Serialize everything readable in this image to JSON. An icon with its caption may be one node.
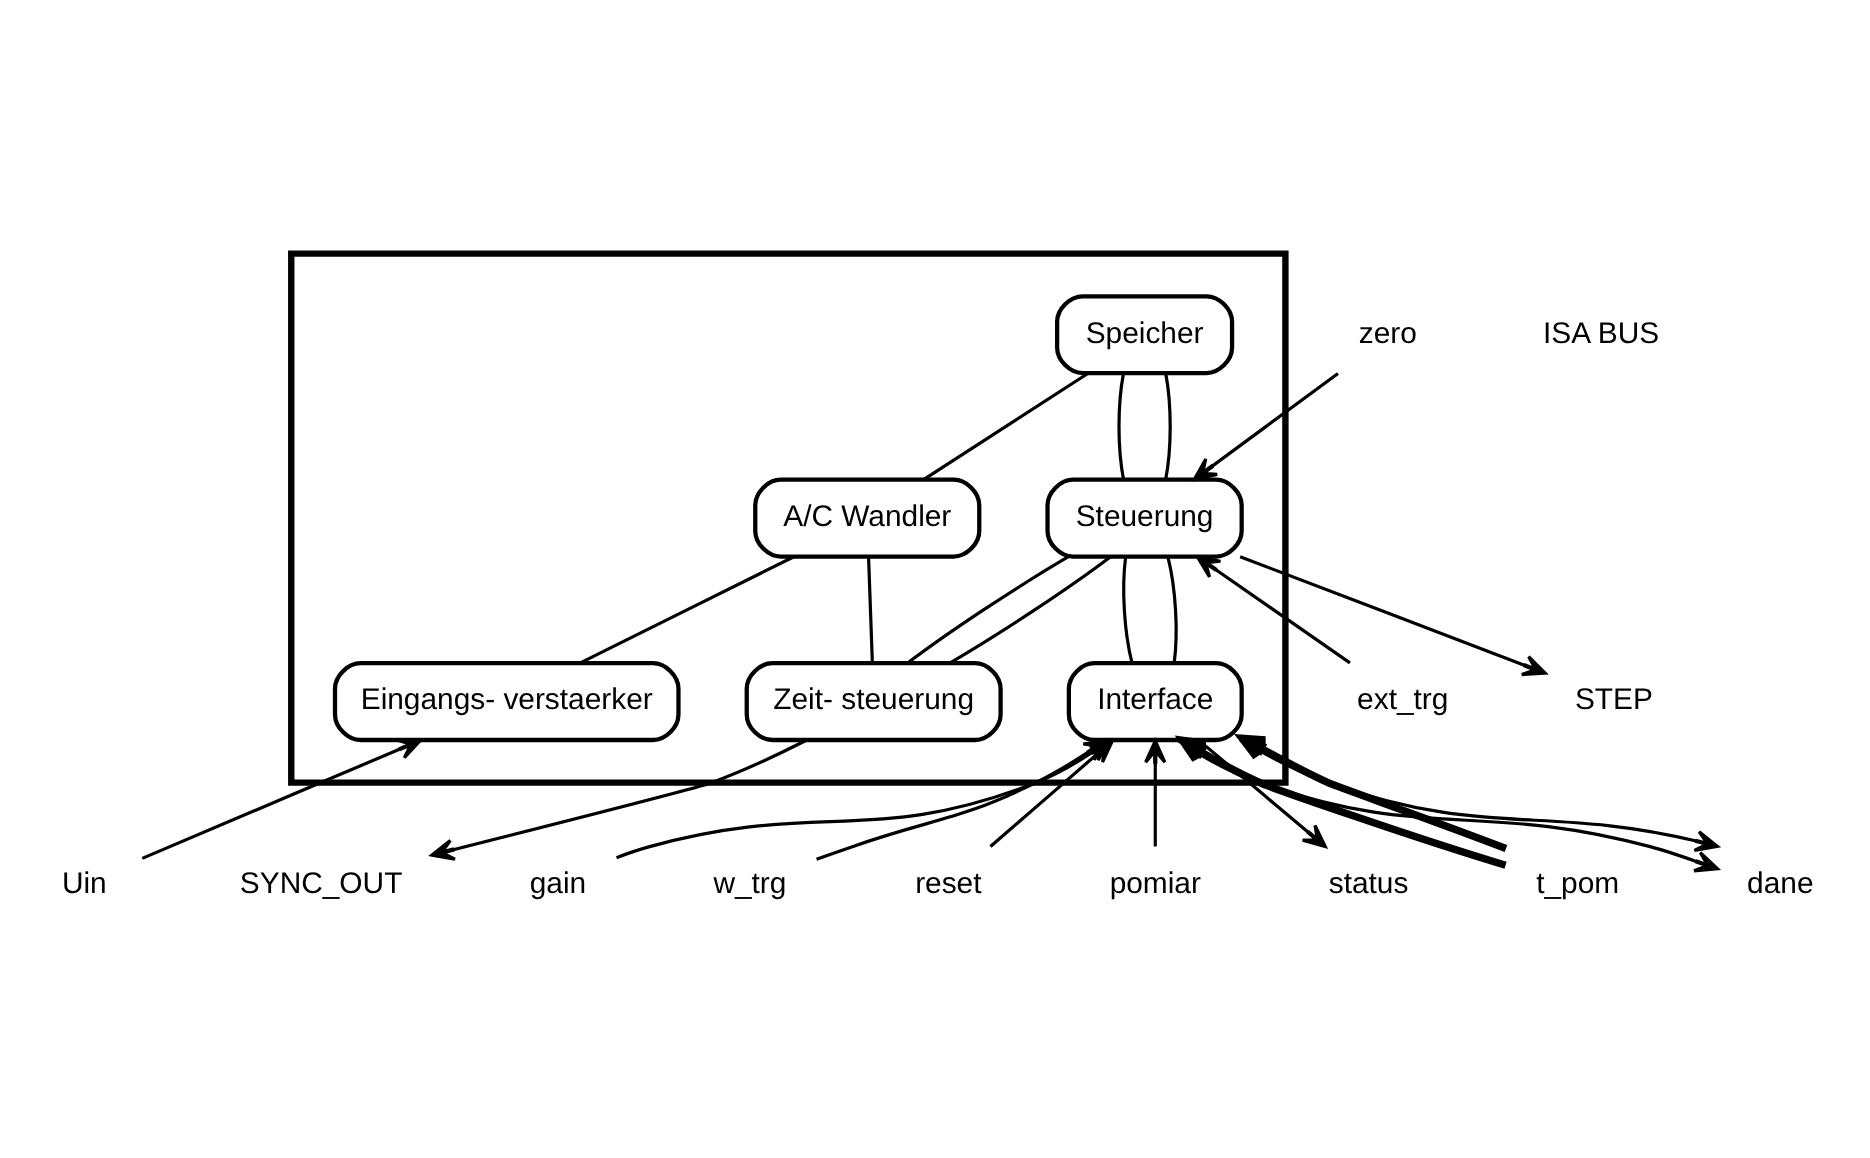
{
  "diagram": {
    "nodes": [
      {
        "text": [],
        "shape": "box"
      },
      {
        "text": [
          "Speicher"
        ],
        "in": 0
      },
      {
        "text": [
          "A/C Wandler"
        ],
        "in": 0
      },
      {
        "text": [
          "Eingangs- verstaerker"
        ],
        "in": 0
      },
      {
        "text": [
          "Steuerung"
        ],
        "in": 0
      },
      {
        "text": [
          "Zeit- steuerung"
        ],
        "in": 0
      },
      {
        "text": [
          "Interface"
        ],
        "in": 0
      },
      {
        "text": [
          "Uin"
        ]
      },
      {
        "text": [
          "ext_trg"
        ]
      },
      {
        "text": [
          "SYNC_OUT"
        ]
      },
      {
        "text": [
          "STEP"
        ]
      },
      {
        "text": [
          "zero"
        ]
      },
      {
        "text": [
          "gain"
        ]
      },
      {
        "text": [
          "w_trg"
        ]
      },
      {
        "text": [
          "reset"
        ]
      },
      {
        "text": [
          "pomiar"
        ]
      },
      {
        "text": [
          "status"
        ]
      },
      {
        "text": [
          "t_pom"
        ]
      },
      {
        "text": [
          "dane"
        ]
      }
    ],
    "edges": [
      {
        "from": 1,
        "to": 2,
        "arrow": "none"
      },
      {
        "from": 2,
        "to": 3,
        "arrow": "none"
      },
      {
        "from": 1,
        "to": 4,
        "arrow": "none"
      },
      {
        "from": 1,
        "to": 4,
        "arrow": "none"
      },
      {
        "from": 2,
        "to": 5,
        "arrow": "none"
      },
      {
        "from": 4,
        "to": 5,
        "arrow": "none"
      },
      {
        "from": 4,
        "to": 5,
        "arrow": "none"
      },
      {
        "from": 4,
        "to": 6,
        "arrow": "none"
      },
      {
        "from": 4,
        "to": 6,
        "arrow": "none"
      },
      {
        "from": 7,
        "to": 3,
        "arrow": "to"
      },
      {
        "from": 8,
        "to": 4,
        "arrow": "to"
      },
      {
        "from": 5,
        "to": 9,
        "arrow": "to"
      },
      {
        "from": 4,
        "to": 10,
        "arrow": "to"
      },
      {
        "from": 11,
        "to": 4,
        "arrow": "to"
      },
      {
        "from": 12,
        "to": 6,
        "arrow": "to"
      },
      {
        "from": 13,
        "to": 6,
        "arrow": "to"
      },
      {
        "from": 14,
        "to": 6,
        "arrow": "to"
      },
      {
        "from": 15,
        "to": 6,
        "arrow": "to"
      },
      {
        "from": 6,
        "to": 16,
        "arrow": "to"
      },
      {
        "from": 17,
        "to": 6,
        "arrow": "to",
        "style": "thick"
      },
      {
        "from": 17,
        "to": 6,
        "arrow": "to",
        "style": "thick"
      },
      {
        "from": 6,
        "to": 18,
        "arrow": "to"
      },
      {
        "from": 6,
        "to": 18,
        "arrow": "to"
      }
    ],
    "labels": [
      "ISA BUS"
    ]
  }
}
